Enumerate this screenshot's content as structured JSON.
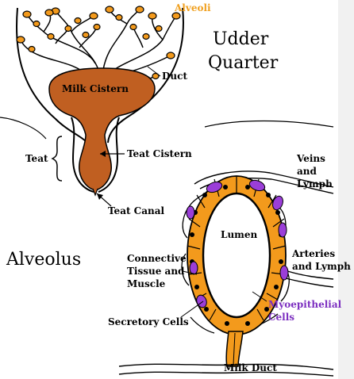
{
  "colors": {
    "tissue": "#c05f21",
    "alveolus_ring": "#f39a1c",
    "myoepithelial": "#9b3ed8",
    "alveoli_label": "#f0a020",
    "myo_label": "#7c2fc0",
    "ink": "#000000",
    "right_strip": "#f1f1f1"
  },
  "labels": {
    "alveoli": "Alveoli",
    "udder_quarter_1": "Udder",
    "udder_quarter_2": "Quarter",
    "duct": "Duct",
    "milk_cistern": "Milk Cistern",
    "teat": "Teat",
    "teat_cistern": "Teat Cistern",
    "teat_canal": "Teat Canal",
    "veins_1": "Veins",
    "veins_2": "and",
    "veins_3": "Lymph",
    "lumen": "Lumen",
    "alveolus": "Alveolus",
    "connective_1": "Connective",
    "connective_2": "Tissue and",
    "connective_3": "Muscle",
    "arteries_1": "Arteries",
    "arteries_2": "and Lymph",
    "myo_1": "Myoepithelial",
    "myo_2": "Cells",
    "secretory": "Secretory Cells",
    "milk_duct": "Milk Duct"
  }
}
